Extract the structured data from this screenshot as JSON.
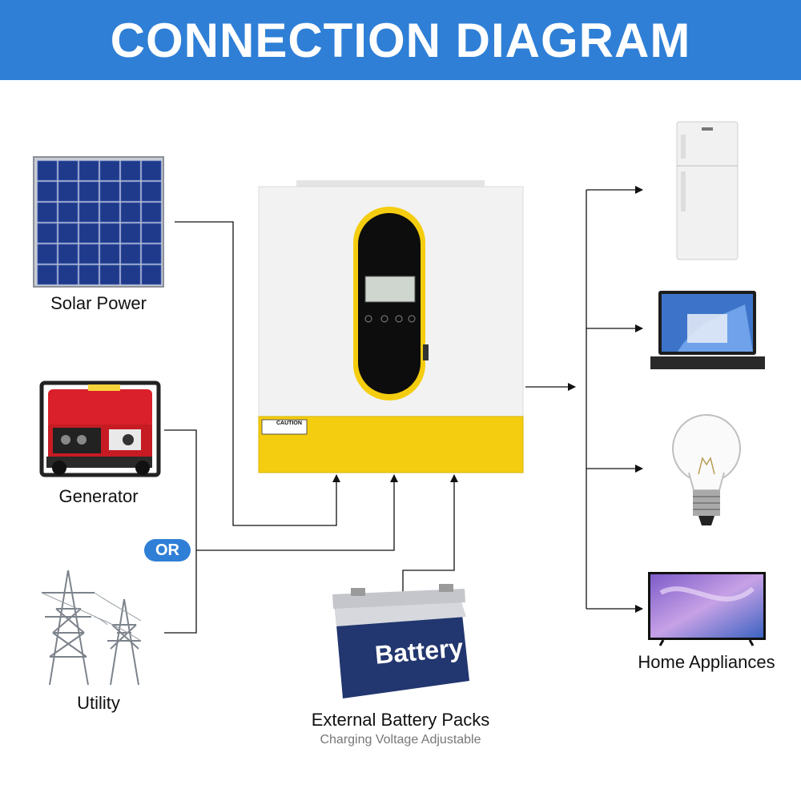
{
  "header": {
    "title": "CONNECTION DIAGRAM"
  },
  "inputs": {
    "solar": "Solar Power",
    "generator": "Generator",
    "utility": "Utility",
    "or_badge": "OR"
  },
  "battery": {
    "body_text": "Battery",
    "title": "External Battery Packs",
    "subtitle": "Charging Voltage Adjustable"
  },
  "inverter": {
    "caution_text": "CAUTION"
  },
  "outputs": {
    "label": "Home Appliances",
    "items": [
      "refrigerator-icon",
      "laptop-icon",
      "light-bulb-icon",
      "tv-icon"
    ]
  },
  "colors": {
    "header_blue": "#2f7fd6",
    "inverter_yellow": "#f5cd10",
    "inverter_body": "#f0f0f0",
    "battery_navy": "#22366f",
    "line": "#111111"
  }
}
